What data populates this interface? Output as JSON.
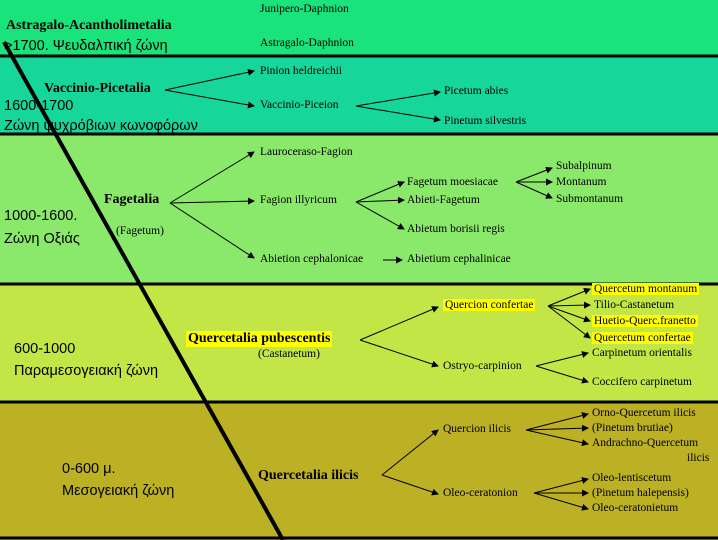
{
  "zones": [
    {
      "elevation": ">1700.",
      "name": "Ψευδαλπική ζώνη",
      "color": "#19e37a"
    },
    {
      "elevation": "1600-1700",
      "name": "Ζώνη ψυχρόβιων κωνοφόρων",
      "color": "#16d69a"
    },
    {
      "elevation": "1000-1600.",
      "name": "Ζώνη Οξιάς",
      "color": "#8ae86a"
    },
    {
      "elevation": "600-1000",
      "name": "Παραμεσογειακή ζώνη",
      "color": "#c2e646"
    },
    {
      "elevation": "0-600 μ.",
      "name": "Μεσογειακή ζώνη",
      "color": "#bcb025"
    }
  ],
  "orders": {
    "astragalo": "Astragalo-Acantholimetalia",
    "vaccinio": "Vaccinio-Picetalia",
    "fagetalia": "Fagetalia",
    "fagetalia_sub": "(Fagetum)",
    "quercetalia_pub": "Quercetalia  pubescentis",
    "quercetalia_pub_sub": "(Castanetum)",
    "quercetalia_ilicis": "Quercetalia ilicis"
  },
  "alliances": {
    "junipero": "Junipero-Daphnion",
    "astragalo_daphnion": "Astragalo-Daphnion",
    "pinion": "Pinion heldreichii",
    "vaccinio_piceion": "Vaccinio-Piceion",
    "lauroceraso": "Lauroceraso-Fagion",
    "fagion": "Fagion illyricum",
    "abietion": "Abietion cephalonicae",
    "quercion_confertae": "Quercion confertae",
    "ostryo": "Ostryo-carpinion",
    "quercion_ilicis": "Quercion ilicis",
    "oleo_ceratonion": "Oleo-ceratonion"
  },
  "associations": {
    "picetum_abies": "Picetum abies",
    "pinetum_silvestris": "Pinetum silvestris",
    "fagetum_moesiacae": "Fagetum moesiacae",
    "abieti_fagetum": "Abieti-Fagetum",
    "abietum_borisii": "Abietum borisii regis",
    "abietium_cephalinicae": "Abietium cephalinicae",
    "subalpinum": "Subalpinum",
    "montanum": "Montanum",
    "submontanum": "Submontanum",
    "quercetum_montanum": "Quercetum montanum",
    "tilio_castanetum": "Tilio-Castanetum",
    "huetio": "Huetio-Querc.franetto",
    "quercetum_confertae": "Quercetum confertae",
    "carpinetum": "Carpinetum orientalis",
    "coccifero": "Coccifero carpinetum",
    "orno_quercetum": "Orno-Quercetum ilicis",
    "pinetum_brutiae": "(Pinetum brutiae)",
    "andrachno_l1": "Andrachno-Quercetum",
    "andrachno_l2": "ilicis",
    "oleo_lentiscetum": "Oleo-lentiscetum",
    "pinetum_halepensis": "(Pinetum halepensis)",
    "oleo_ceratonietum": "Oleo-ceratonietum"
  }
}
